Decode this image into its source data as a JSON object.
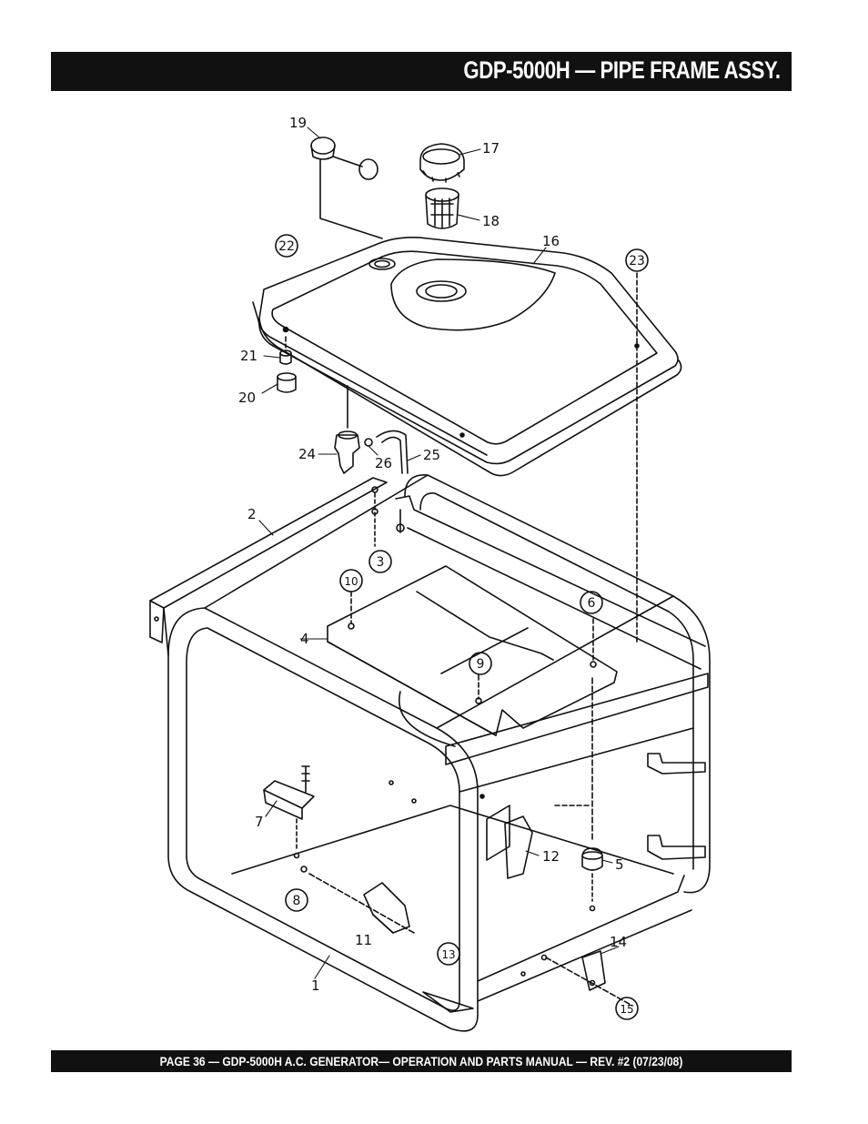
{
  "header": {
    "title": "GDP-5000H — PIPE FRAME ASSY."
  },
  "footer": {
    "text": "PAGE 36 — GDP-5000H A.C. GENERATOR— OPERATION AND PARTS MANUAL — REV. #2 (07/23/08)"
  },
  "callouts": {
    "c1": "1",
    "c2": "2",
    "c3": "3",
    "c4": "4",
    "c5": "5",
    "c6": "6",
    "c7": "7",
    "c8": "8",
    "c9": "9",
    "c10": "10",
    "c11": "11",
    "c12": "12",
    "c13": "13",
    "c14": "14",
    "c15": "15",
    "c16": "16",
    "c17": "17",
    "c18": "18",
    "c19": "19",
    "c20": "20",
    "c21": "21",
    "c22": "22",
    "c23": "23",
    "c24": "24",
    "c25": "25",
    "c26": "26"
  }
}
